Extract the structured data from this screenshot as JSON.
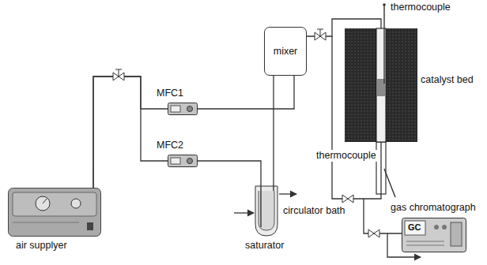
{
  "diagram": {
    "nodes": [
      {
        "text": [
          "air supplyer"
        ]
      },
      {
        "text": [
          "MFC1"
        ]
      },
      {
        "text": [
          "MFC2"
        ]
      },
      {
        "text": [
          "saturator"
        ]
      },
      {
        "text": [
          "mixer"
        ]
      },
      {
        "text": [
          "catalyst bed"
        ]
      },
      {
        "text": [
          "gas chromatograph",
          "GC"
        ]
      }
    ],
    "edges": [
      {
        "from": 0,
        "to": 1,
        "arrow": "none"
      },
      {
        "from": 0,
        "to": 2,
        "arrow": "none"
      },
      {
        "from": 1,
        "to": 4,
        "arrow": "none"
      },
      {
        "from": 2,
        "to": 3,
        "arrow": "none"
      },
      {
        "from": 3,
        "to": 4,
        "arrow": "none"
      },
      {
        "from": 4,
        "to": 5,
        "arrow": "none"
      },
      {
        "from": 5,
        "to": 6,
        "arrow": "none"
      }
    ],
    "labels": [
      "thermocouple",
      "thermocouple",
      "circulator bath"
    ]
  }
}
